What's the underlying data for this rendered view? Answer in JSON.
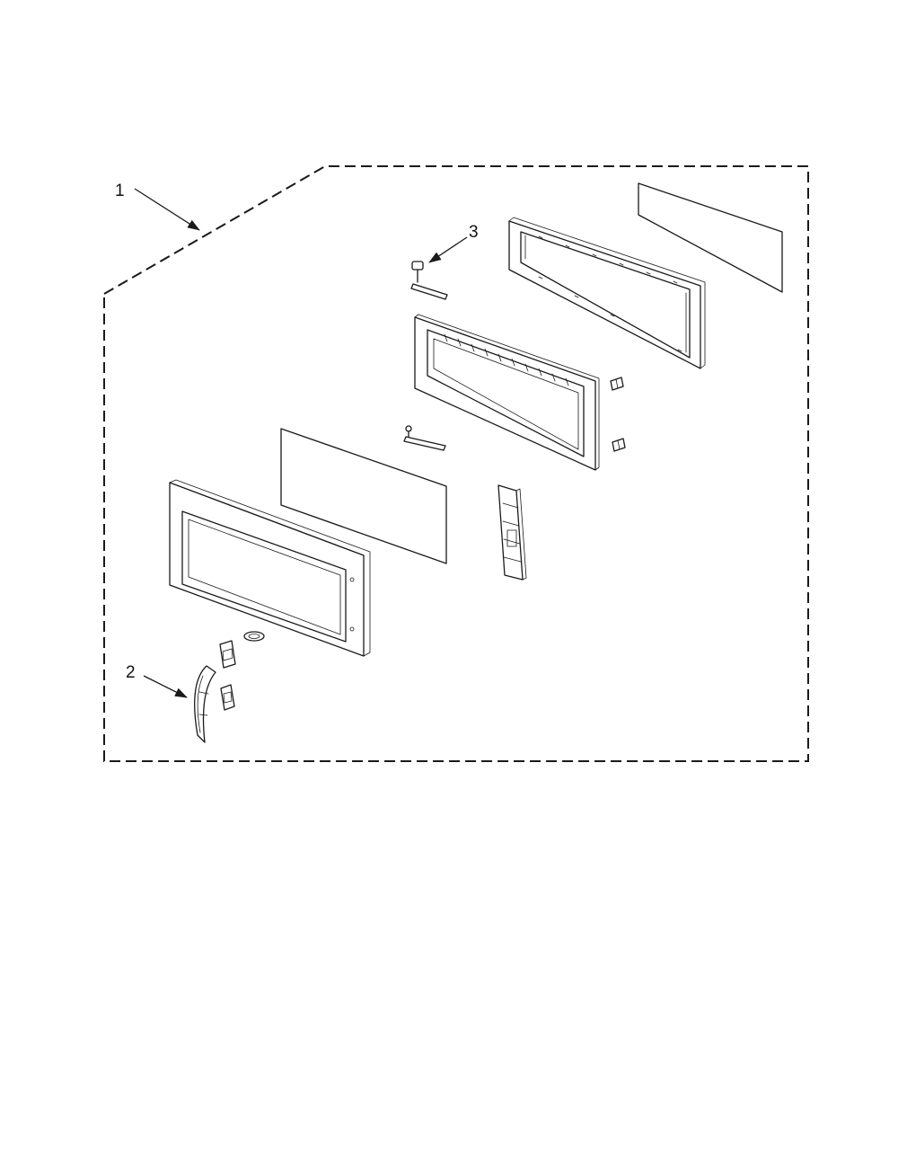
{
  "diagram": {
    "callouts": [
      {
        "id": "1",
        "label": "1"
      },
      {
        "id": "2",
        "label": "2"
      },
      {
        "id": "3",
        "label": "3"
      }
    ],
    "line_color": "#1a1a1a",
    "background": "#ffffff"
  }
}
